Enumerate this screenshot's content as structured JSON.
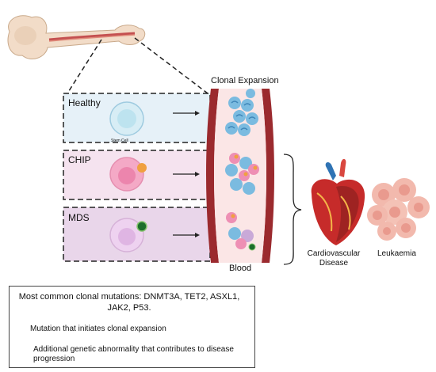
{
  "header": {
    "clonal_expansion": "Clonal Expansion"
  },
  "rows": [
    {
      "label": "Healthy",
      "cell_label": "Stem Cell"
    },
    {
      "label": "CHIP",
      "cell_label": ""
    },
    {
      "label": "MDS",
      "cell_label": ""
    }
  ],
  "blood_label": "Blood",
  "outcomes": {
    "cardio": "Cardiovascular Disease",
    "leukaemia": "Leukaemia"
  },
  "legend": {
    "title": "Most common clonal mutations: DNMT3A, TET2, ASXL1, JAK2, P53.",
    "item1": "Mutation that initiates clonal expansion",
    "item2": "Additional genetic abnormality that contributes to disease progression"
  },
  "colors": {
    "healthy_bg": "#e6f1f8",
    "chip_bg": "#f5e3ef",
    "mds_bg": "#e9d6ea",
    "vessel": "#9b2a2e",
    "vessel_lumen": "#fbe6e6",
    "mutation_orange": "#f0a040",
    "mutation_green": "#1d6e2c",
    "cell_blue": "#7bbbe0",
    "cell_pink": "#ee8fb4"
  }
}
